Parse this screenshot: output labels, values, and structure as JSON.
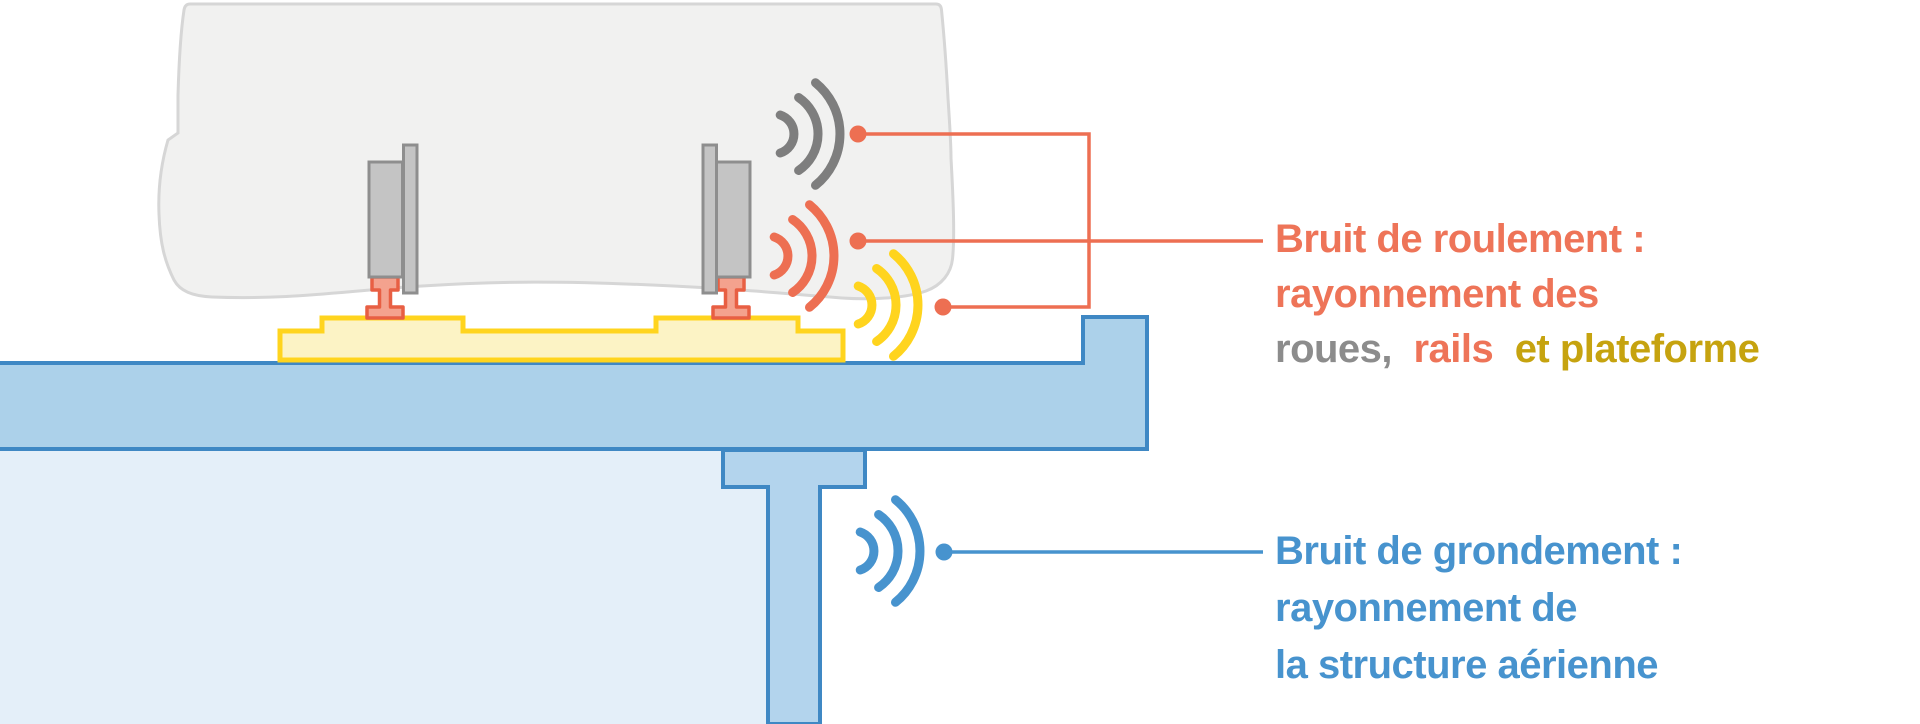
{
  "colors": {
    "background": "#FFFFFF",
    "salmon": "#ED6F52",
    "salmon_text": "#EE7458",
    "rail_fill": "#F4A28E",
    "rail_border": "#E85F43",
    "gray_text": "#8C8C8C",
    "wave_gray": "#7E7E7E",
    "wheel_fill": "#C4C4C4",
    "wheel_border": "#8E8E8E",
    "body_fill": "#F1F1F0",
    "body_border": "#D6D6D6",
    "yellow": "#FFD41E",
    "platform_fill": "#FCF3C5",
    "mustard_text": "#C6A30F",
    "blue": "#4793CE",
    "deck_fill": "#ACD1EA",
    "web_fill": "#B3D4ED",
    "deck_border": "#3F88C4",
    "interior_fill": "#E4EFF9"
  },
  "labels": {
    "rolling": {
      "title": "Bruit de roulement :",
      "line2": "rayonnement des",
      "parts": [
        {
          "text": "roues,"
        },
        {
          "text": "rails"
        },
        {
          "text": "et plateforme"
        }
      ]
    },
    "rumbling": {
      "title": "Bruit de grondement :",
      "line2": "rayonnement de",
      "line3": "la structure aérienne"
    }
  },
  "icons": {
    "wheel_waves": "gray-sound-waves-icon",
    "rail_waves": "salmon-sound-waves-icon",
    "platform_waves": "yellow-sound-waves-icon",
    "structure_waves": "blue-sound-waves-icon"
  }
}
